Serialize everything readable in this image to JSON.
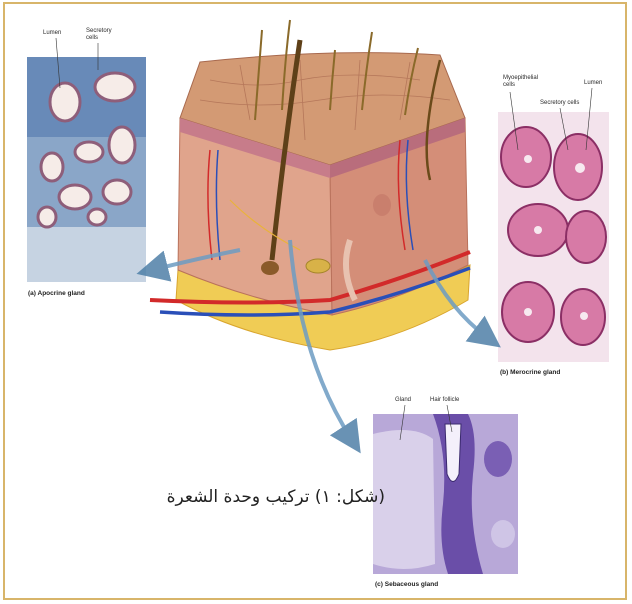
{
  "figure_title": "(شكل: ١) تركيب وحدة الشعرة",
  "panels": {
    "apocrine": {
      "caption": "(a) Apocrine gland",
      "labels": {
        "lumen": "Lumen",
        "secretory": "Secretory cells"
      }
    },
    "merocrine": {
      "caption": "(b) Merocrine gland",
      "labels": {
        "myoepithelial": "Myoepithelial cells",
        "secretory": "Secretory cells",
        "lumen": "Lumen"
      }
    },
    "sebaceous": {
      "caption": "(c) Sebaceous gland",
      "labels": {
        "gland": "Gland",
        "hair_follicle": "Hair follicle"
      }
    }
  },
  "colors": {
    "frame_border": "#d8b56a",
    "apocrine_stain": "#3d6aa8",
    "merocrine_stain": "#d77aa6",
    "sebaceous_stain": "#7a66b8",
    "skin": "#e0a48c",
    "fat": "#f0cc55",
    "arrow": "#4f80a8"
  }
}
